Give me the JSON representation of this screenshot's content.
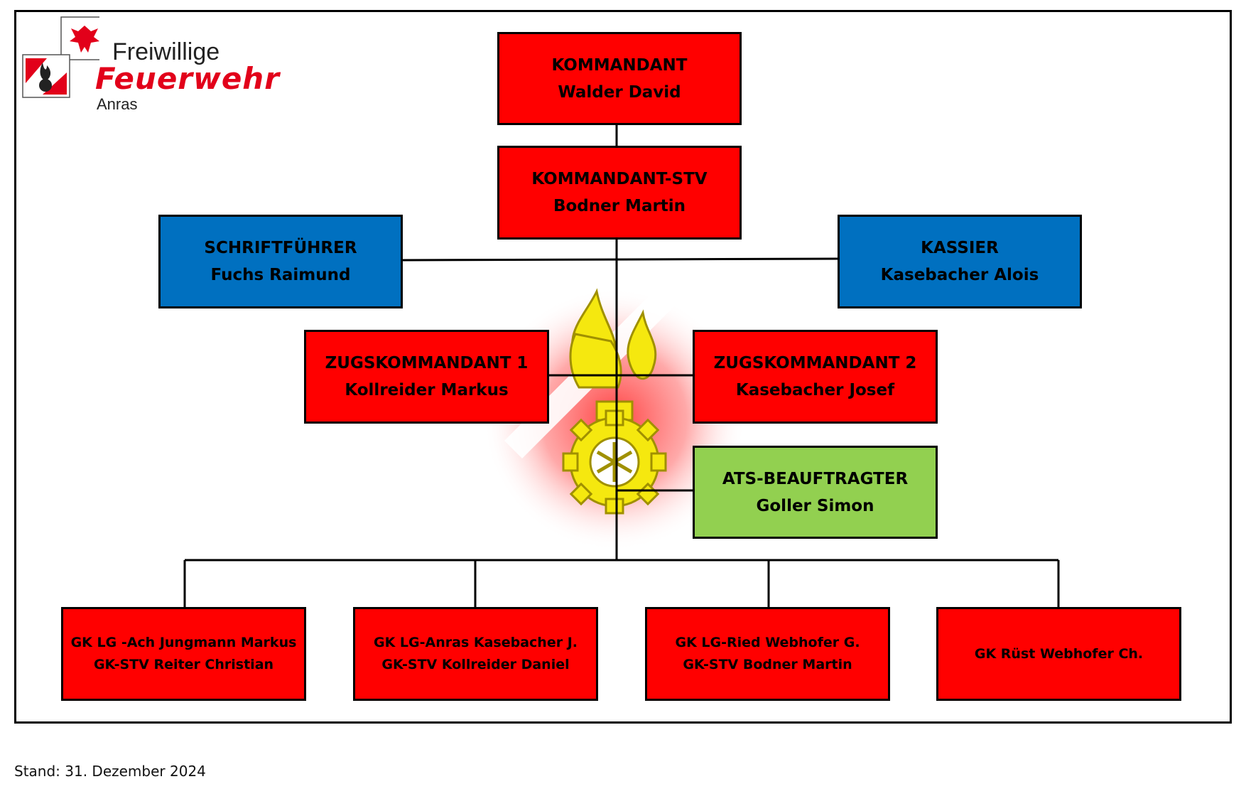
{
  "logo": {
    "line1": "Freiwillige",
    "line2": "Feuerwehr",
    "line3": "Anras",
    "accent": "#e2001a"
  },
  "chart": {
    "commander": {
      "role": "KOMMANDANT",
      "name": "Walder David"
    },
    "deputy": {
      "role": "KOMMANDANT-STV",
      "name": "Bodner Martin"
    },
    "secretary": {
      "role": "SCHRIFTFÜHRER",
      "name": "Fuchs Raimund"
    },
    "treasurer": {
      "role": "KASSIER",
      "name": "Kasebacher Alois"
    },
    "platoon1": {
      "role": "ZUGSKOMMANDANT 1",
      "name": "Kollreider Markus"
    },
    "platoon2": {
      "role": "ZUGSKOMMANDANT 2",
      "name": "Kasebacher Josef"
    },
    "ats": {
      "role": "ATS-BEAUFTRAGTER",
      "name": "Goller Simon"
    },
    "groups": [
      {
        "line1": "GK LG -Ach  Jungmann Markus",
        "line2": "GK-STV Reiter Christian"
      },
      {
        "line1": "GK LG-Anras Kasebacher J.",
        "line2": "GK-STV Kollreider Daniel"
      },
      {
        "line1": "GK LG-Ried Webhofer G.",
        "line2": "GK-STV Bodner Martin"
      },
      {
        "line1": "GK Rüst Webhofer Ch.",
        "line2": ""
      }
    ],
    "colors": {
      "leadership": "#ff0000",
      "administration": "#0070c0",
      "ats": "#92d050"
    }
  },
  "footer": {
    "stand": "Stand: 31. Dezember 2024"
  }
}
